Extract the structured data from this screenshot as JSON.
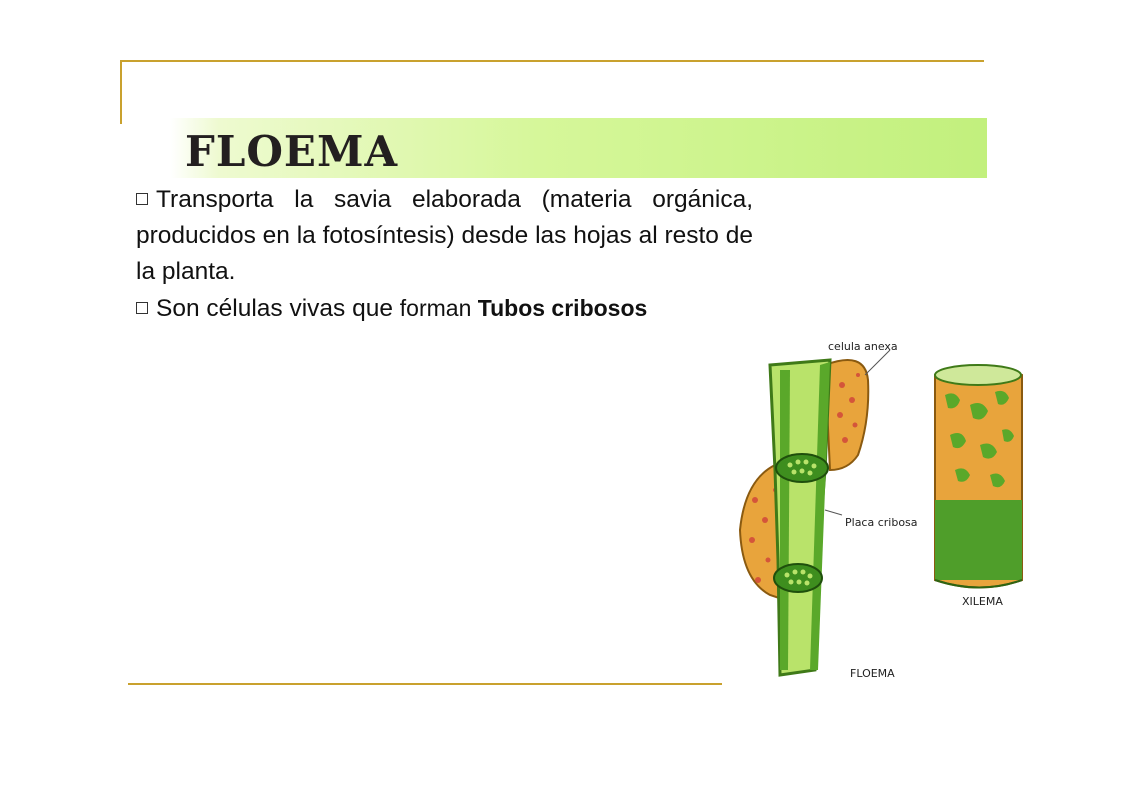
{
  "title": "FLOEMA",
  "bullets": {
    "b1_text": "Transporta la savia elaborada (materia orgánica, producidos en la fotosíntesis) desde las hojas al resto de la planta.",
    "b2_part1": "Son células vivas que ",
    "b2_part2": "forman",
    "b2_part3": " Tubos cribosos"
  },
  "figure": {
    "label_celula": "celula anexa",
    "label_placa": "Placa cribosa",
    "label_xilema": "XILEMA",
    "label_floema": "FLOEMA"
  },
  "colors": {
    "accent_line": "#c9a12e",
    "title_band": "#c2f07d"
  }
}
